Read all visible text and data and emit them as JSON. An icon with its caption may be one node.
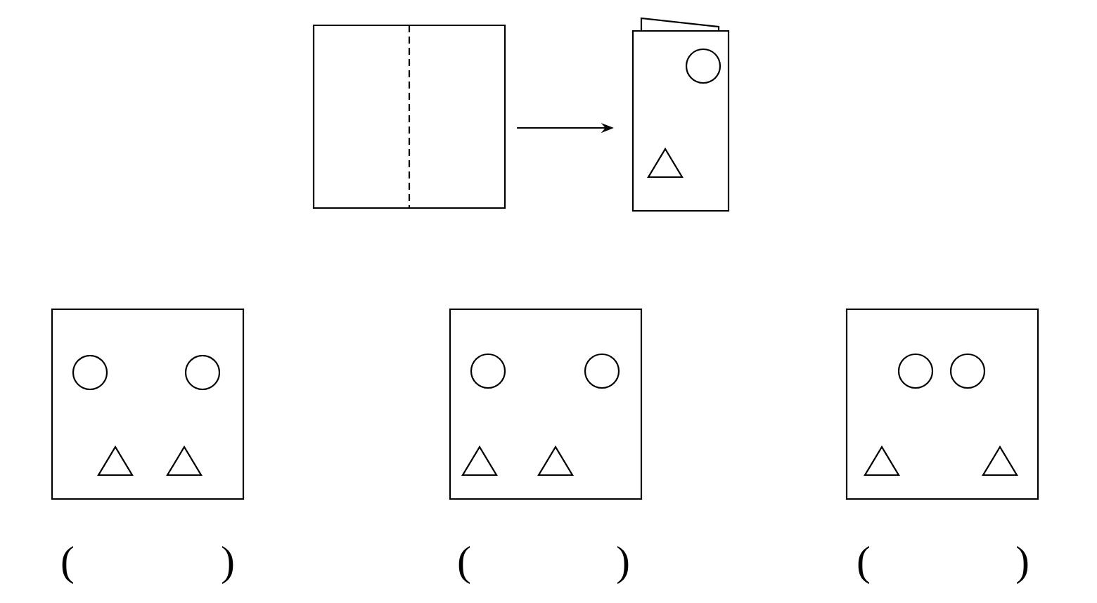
{
  "diagram": {
    "nodes": [
      {
        "text": [],
        "shape": "box"
      },
      {
        "text": [],
        "shape": "box"
      }
    ],
    "edges": [
      {
        "from": 0,
        "to": 1,
        "arrow": "to"
      }
    ],
    "labels": [
      "(",
      ")",
      "(",
      ")",
      "(",
      ")"
    ]
  }
}
